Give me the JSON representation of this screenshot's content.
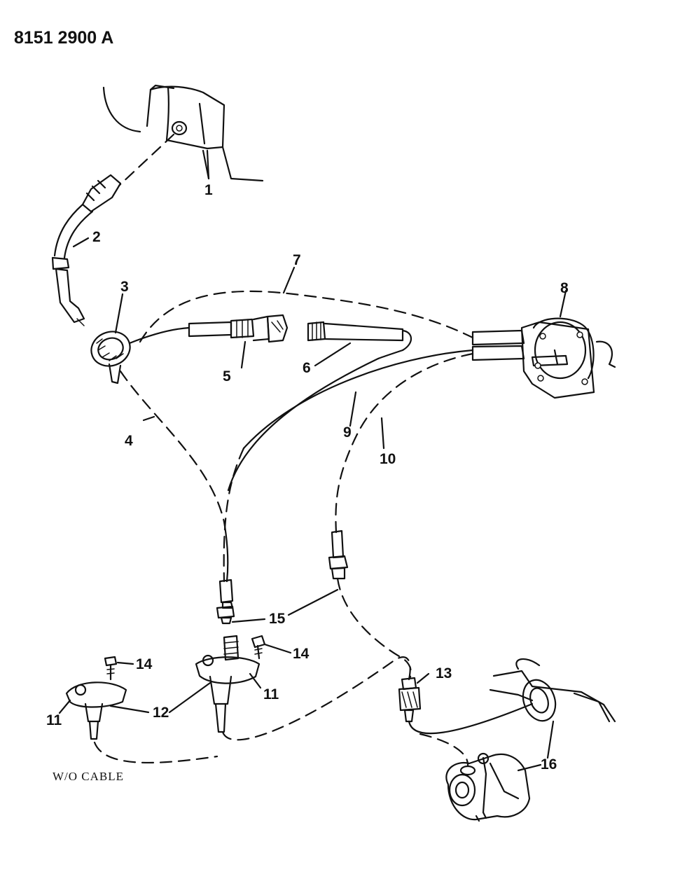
{
  "diagram_code": "8151 2900 A",
  "note": "W/O CABLE",
  "callouts": [
    {
      "id": "c1",
      "label": "1"
    },
    {
      "id": "c2",
      "label": "2"
    },
    {
      "id": "c3",
      "label": "3"
    },
    {
      "id": "c4",
      "label": "4"
    },
    {
      "id": "c5",
      "label": "5"
    },
    {
      "id": "c6",
      "label": "6"
    },
    {
      "id": "c7",
      "label": "7"
    },
    {
      "id": "c8",
      "label": "8"
    },
    {
      "id": "c9",
      "label": "9"
    },
    {
      "id": "c10",
      "label": "10"
    },
    {
      "id": "c11a",
      "label": "11"
    },
    {
      "id": "c11b",
      "label": "11"
    },
    {
      "id": "c12",
      "label": "12"
    },
    {
      "id": "c13",
      "label": "13"
    },
    {
      "id": "c14a",
      "label": "14"
    },
    {
      "id": "c14b",
      "label": "14"
    },
    {
      "id": "c15",
      "label": "15"
    },
    {
      "id": "c16",
      "label": "16"
    }
  ]
}
